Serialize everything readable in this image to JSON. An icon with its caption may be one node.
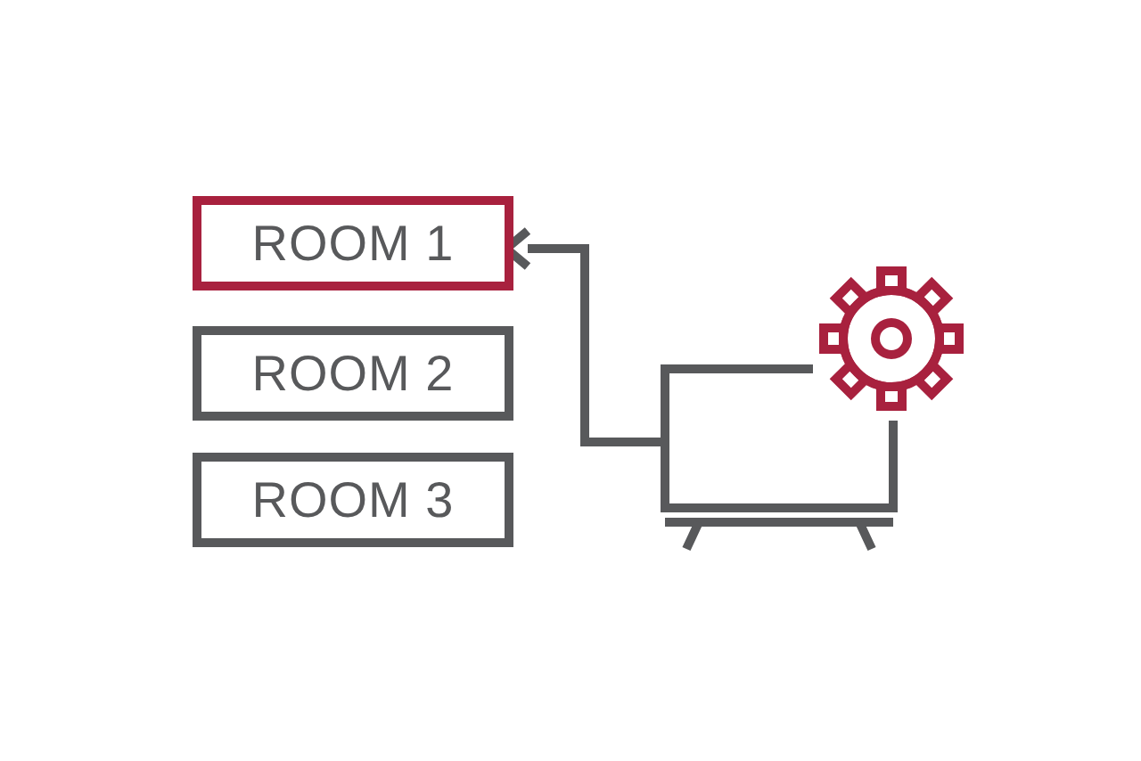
{
  "diagram": {
    "nodes": [
      {
        "text": [
          "ROOM 1"
        ]
      },
      {
        "text": [
          "ROOM 2"
        ]
      },
      {
        "text": [
          "ROOM 3"
        ]
      },
      {
        "text": [],
        "shape": "picture"
      }
    ],
    "edges": [
      {
        "from": 3,
        "to": 0,
        "arrow": "to"
      }
    ]
  }
}
